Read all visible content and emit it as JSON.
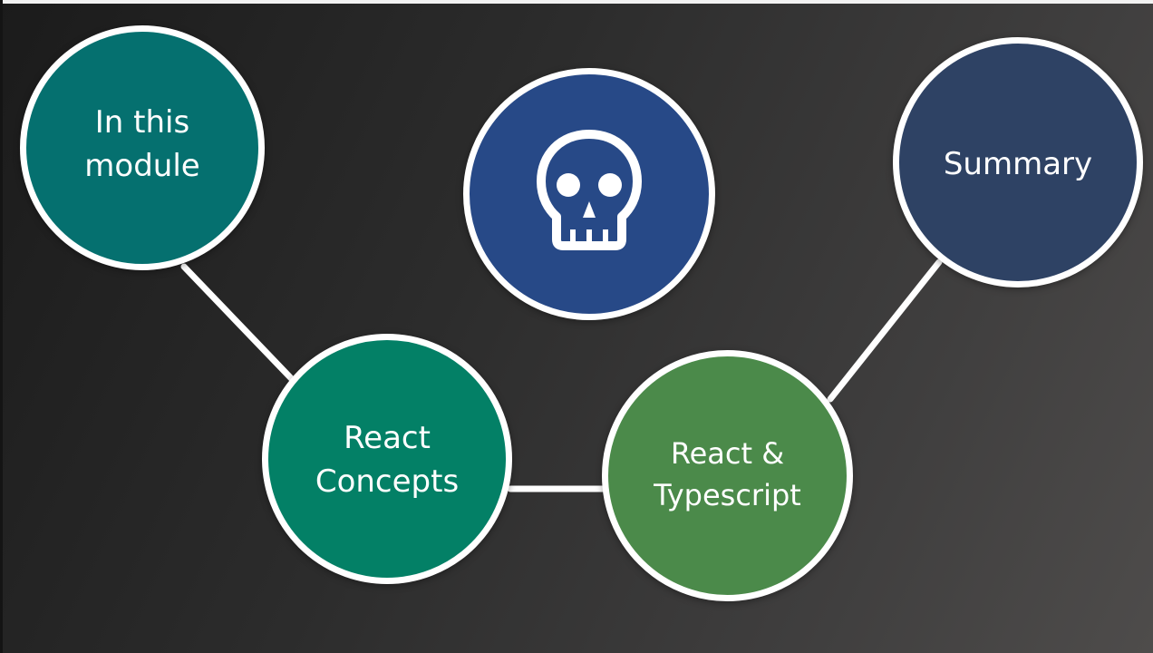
{
  "diagram": {
    "nodes": [
      {
        "id": "intro",
        "label": "In this\nmodule",
        "color": "#05706f"
      },
      {
        "id": "center",
        "label": "",
        "icon": "skull-icon",
        "color": "#274987"
      },
      {
        "id": "summary",
        "label": "Summary",
        "color": "#2e4264"
      },
      {
        "id": "concepts",
        "label": "React\nConcepts",
        "color": "#038066"
      },
      {
        "id": "typescript",
        "label": "React &\nTypescript",
        "color": "#4b8a4a"
      }
    ],
    "edges": [
      {
        "from": "intro",
        "to": "concepts"
      },
      {
        "from": "concepts",
        "to": "typescript"
      },
      {
        "from": "typescript",
        "to": "summary"
      }
    ],
    "border_color": "#ffffff",
    "connector_color": "#ffffff"
  }
}
